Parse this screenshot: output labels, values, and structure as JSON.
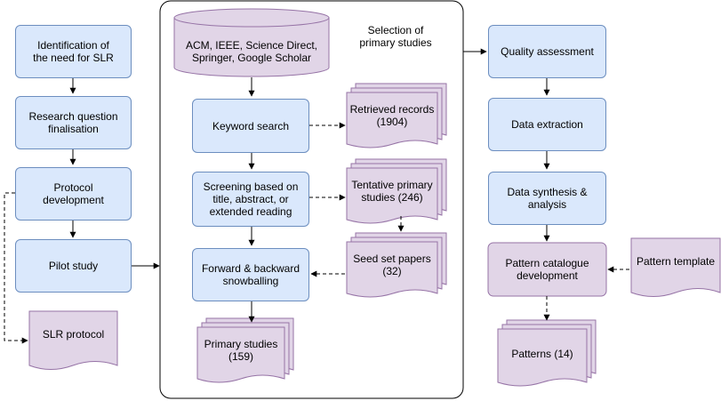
{
  "container": {
    "title": "Selection of\nprimary studies"
  },
  "left": {
    "identification": "Identification of\nthe need for SLR",
    "research_question": "Research question\nfinalisation",
    "protocol_development": "Protocol\ndevelopment",
    "pilot_study": "Pilot study",
    "slr_protocol": "SLR protocol"
  },
  "middle": {
    "databases": "ACM, IEEE, Science Direct,\nSpringer, Google Scholar",
    "keyword_search": "Keyword search",
    "screening": "Screening based on\ntitle, abstract, or\nextended reading",
    "snowballing": "Forward & backward\nsnowballing",
    "primary_studies": "Primary studies\n(159)",
    "retrieved_records": "Retrieved records\n(1904)",
    "tentative_studies": "Tentative primary\nstudies (246)",
    "seed_set": "Seed set papers\n(32)"
  },
  "right": {
    "quality_assessment": "Quality assessment",
    "data_extraction": "Data extraction",
    "data_synthesis": "Data synthesis &\nanalysis",
    "pattern_catalogue": "Pattern catalogue\ndevelopment",
    "pattern_template": "Pattern template",
    "patterns": "Patterns (14)"
  },
  "colors": {
    "process_fill": "#dae8fc",
    "process_stroke": "#6c8ebf",
    "document_fill": "#e1d5e7",
    "document_stroke": "#9673a6",
    "line": "#000000"
  }
}
